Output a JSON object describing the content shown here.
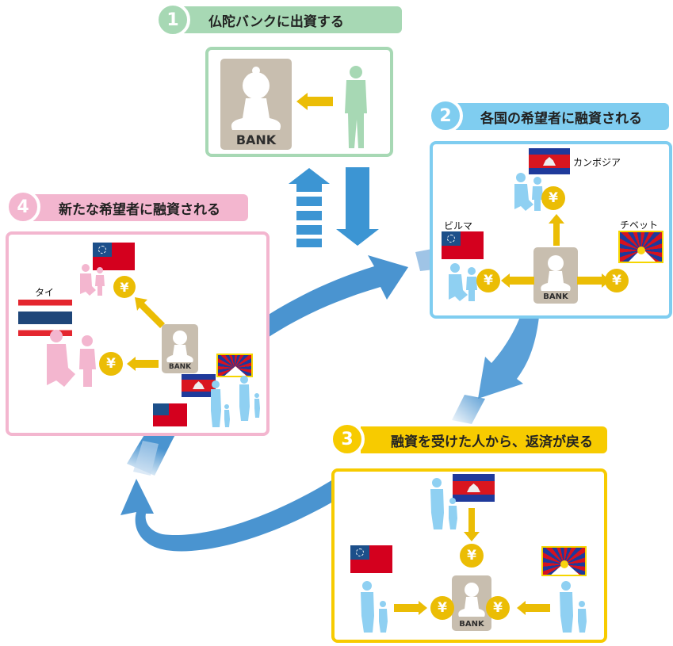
{
  "steps": [
    {
      "number": "1",
      "title": "仏陀バンクに出資する",
      "color": "#a7d8b4"
    },
    {
      "number": "2",
      "title": "各国の希望者に融資される",
      "color": "#7fcdf0"
    },
    {
      "number": "3",
      "title": "融資を受けた人から、返済が戻る",
      "color": "#f7cb00"
    },
    {
      "number": "4",
      "title": "新たな希望者に融資される",
      "color": "#f3b6cf"
    }
  ],
  "bank_label": "BANK",
  "yen_symbol": "¥",
  "countries": {
    "cambodia": "カンボジア",
    "burma": "ビルマ",
    "tibet": "チベット",
    "thai": "タイ"
  },
  "colors": {
    "flow_arrow": "#4a94d0",
    "money_arrow": "#ebbd05",
    "bank_bg": "#c8beaf",
    "person_green": "#a7d8b4",
    "person_blue": "#8fd0f2",
    "person_pink": "#f3b6cf"
  }
}
